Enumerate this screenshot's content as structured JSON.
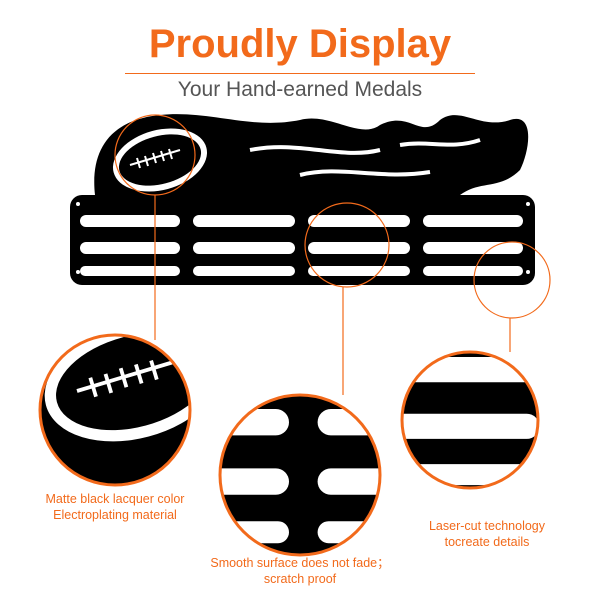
{
  "header": {
    "title": "Proudly Display",
    "subtitle": "Your Hand-earned Medals"
  },
  "features": [
    {
      "line1": "Matte black lacquer color",
      "line2": "Electroplating material"
    },
    {
      "line1": "Smooth surface does not fade；",
      "line2": "scratch proof"
    },
    {
      "line1": "Laser-cut technology",
      "line2": "tocreate details"
    }
  ],
  "colors": {
    "accent": "#f26a1b",
    "product": "#000000",
    "subtitle": "#555555"
  }
}
